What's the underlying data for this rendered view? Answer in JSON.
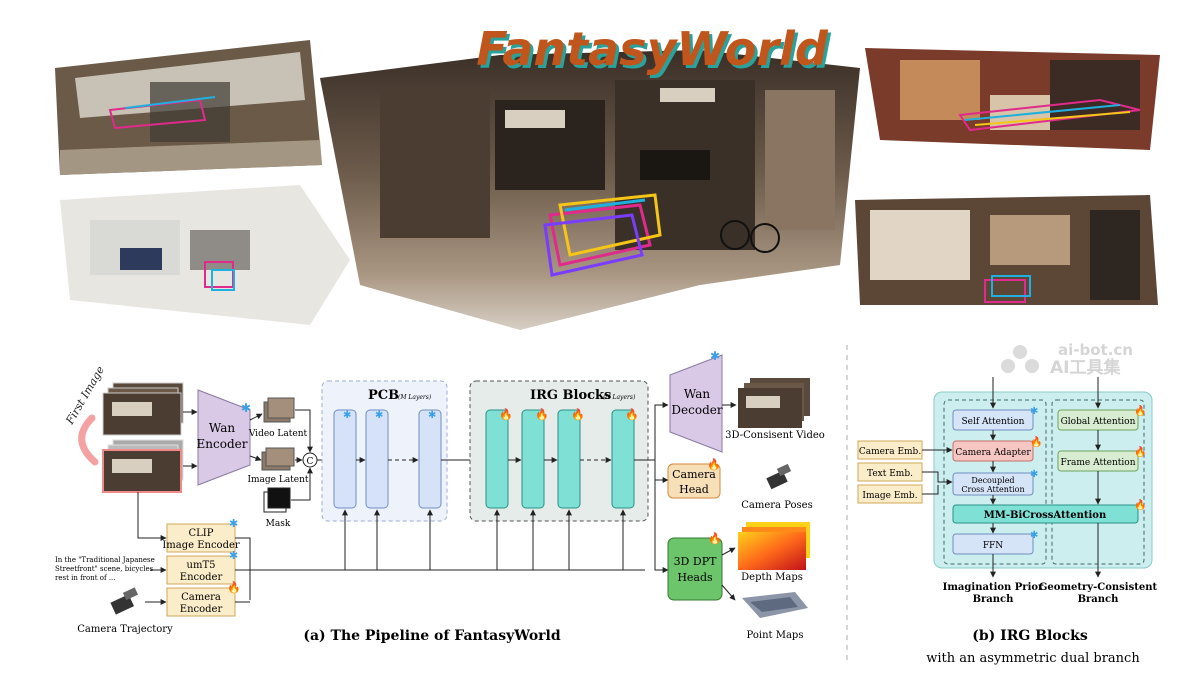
{
  "title": {
    "text": "FantasyWorld",
    "color": "#c0561c",
    "shadow": "#2aa19a"
  },
  "watermark": {
    "line1": "ai-bot.cn",
    "line2": "AI工具集"
  },
  "scene_images": [
    {
      "name": "kitchen-scene-top-left",
      "palette": [
        "#6b5a48",
        "#c8c2b6",
        "#3e3a33",
        "#a39783"
      ]
    },
    {
      "name": "kitchen-scene-bottom-left",
      "palette": [
        "#d9d9d6",
        "#8f8b86",
        "#2e3a5c",
        "#e8e6e1"
      ]
    },
    {
      "name": "street-scene-center",
      "palette": [
        "#4b3d31",
        "#8a7462",
        "#2b241e",
        "#b9a88f"
      ]
    },
    {
      "name": "room-scene-top-right",
      "palette": [
        "#7a3b2a",
        "#c48a5a",
        "#3b2b24",
        "#d8c4a8"
      ]
    },
    {
      "name": "room-scene-bottom-right",
      "palette": [
        "#5c4636",
        "#b79a7c",
        "#2e2620",
        "#e1d6c6"
      ]
    }
  ],
  "pipeline": {
    "first_image_label": "First Image",
    "wan_encoder_label": [
      "Wan",
      "Encoder"
    ],
    "video_latent_label": "Video Latent",
    "image_latent_label": "Image Latent",
    "mask_label": "Mask",
    "concat_symbol": "C",
    "pcb_label": "PCB",
    "pcb_sub": "(M Layers)",
    "irg_label": "IRG Blocks",
    "irg_sub": "(N Layers)",
    "wan_decoder_label": [
      "Wan",
      "Decoder"
    ],
    "video_output_label": "3D-Consisent Video",
    "camera_head_label": [
      "Camera",
      "Head"
    ],
    "camera_poses_label": "Camera Poses",
    "dpt_label": [
      "3D DPT",
      "Heads"
    ],
    "depth_maps_label": "Depth Maps",
    "point_maps_label": "Point Maps",
    "clip_label": [
      "CLIP",
      "Image Encoder"
    ],
    "umt5_label": [
      "umT5",
      "Encoder"
    ],
    "camera_encoder_label": [
      "Camera",
      "Encoder"
    ],
    "prompt_text": [
      "In the \"Traditional Japanese",
      "Streetfront\" scene, bicycles",
      "rest in front of ..."
    ],
    "camera_trajectory_label": "Camera Trajectory",
    "caption": "(a) The Pipeline of FantasyWorld"
  },
  "irg_detail": {
    "self_attention": "Self Attention",
    "camera_adapter": "Camera Adapter",
    "decoupled_cross": [
      "Decoupled",
      "Cross Attention"
    ],
    "global_attention": "Global Attention",
    "frame_attention": "Frame Attention",
    "mm_bicross": "MM-BiCrossAttention",
    "ffn": "FFN",
    "camera_emb": "Camera Emb.",
    "text_emb": "Text Emb.",
    "image_emb": "Image Emb.",
    "imagination_branch": [
      "Imagination Prior",
      "Branch"
    ],
    "geometry_branch": [
      "Geometry-Consistent",
      "Branch"
    ],
    "caption_title": "(b) IRG Blocks",
    "caption_sub": "with an asymmetric dual branch"
  },
  "colors": {
    "pcb_block": "#d6e2f7",
    "irg_block": "#7fe0d6",
    "wan": "#d9c8e6",
    "camera_head": "#f7e0b8",
    "dpt": "#6cc56a",
    "encoder_box": "#fbedc9",
    "irg_panel": "#cdeeee",
    "self_attn": "#d6e4f8",
    "camera_adapter": "#f6c6c3",
    "global_attn": "#d7ecd0",
    "mm_bicross": "#7fe0d6"
  }
}
